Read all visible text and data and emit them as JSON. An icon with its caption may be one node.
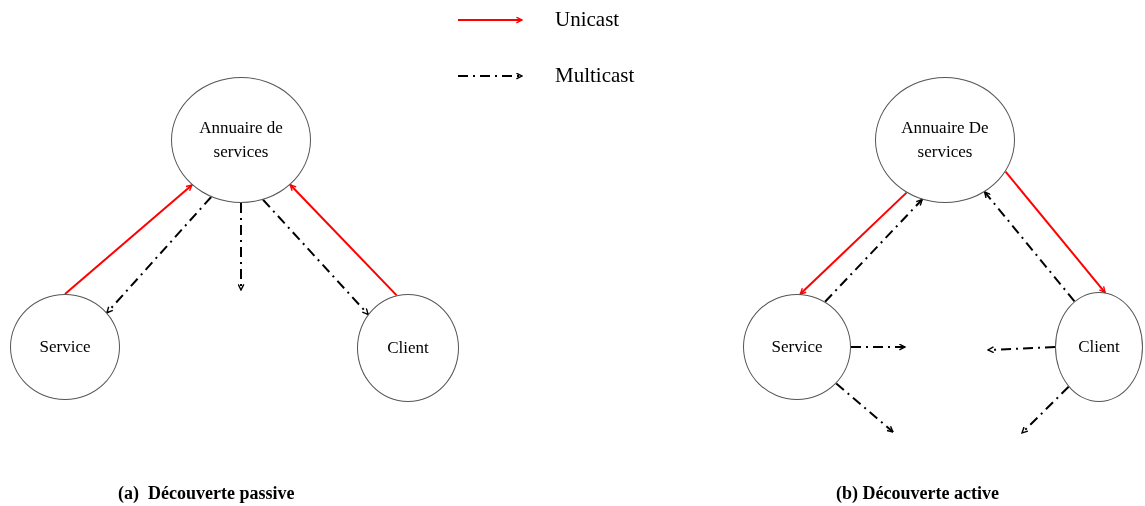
{
  "diagram": {
    "nodes": [
      {
        "text": [
          "Annuaire de services"
        ]
      },
      {
        "text": [
          "Service"
        ]
      },
      {
        "text": [
          "Client"
        ]
      },
      {
        "text": [
          "Annuaire De services"
        ]
      },
      {
        "text": [
          "Service"
        ]
      },
      {
        "text": [
          "Client"
        ]
      }
    ],
    "edges": [
      {
        "from": 1,
        "to": 0,
        "arrow": "to",
        "color": "#ff0000"
      },
      {
        "from": 0,
        "to": 1,
        "arrow": "to",
        "style": "dashed"
      },
      {
        "from": 0,
        "to": null,
        "arrow": "to",
        "style": "dashed"
      },
      {
        "from": 0,
        "to": 2,
        "arrow": "to",
        "style": "dashed"
      },
      {
        "from": 2,
        "to": 0,
        "arrow": "to",
        "color": "#ff0000"
      },
      {
        "from": 3,
        "to": 4,
        "arrow": "to",
        "color": "#ff0000"
      },
      {
        "from": 4,
        "to": 3,
        "arrow": "to",
        "style": "dashed"
      },
      {
        "from": 3,
        "to": 5,
        "arrow": "to",
        "color": "#ff0000"
      },
      {
        "from": 5,
        "to": 3,
        "arrow": "to",
        "style": "dashed"
      },
      {
        "from": 4,
        "to": null,
        "arrow": "to",
        "style": "dashed"
      },
      {
        "from": 4,
        "to": null,
        "arrow": "to",
        "style": "dashed"
      },
      {
        "from": 5,
        "to": null,
        "arrow": "to",
        "style": "dashed"
      },
      {
        "from": 5,
        "to": null,
        "arrow": "to",
        "style": "dashed"
      }
    ],
    "labels": [
      "(a)  Découverte passive",
      "(b) Découverte active"
    ],
    "legend": [
      {
        "text": "Unicast"
      },
      {
        "text": "Multicast"
      }
    ]
  }
}
